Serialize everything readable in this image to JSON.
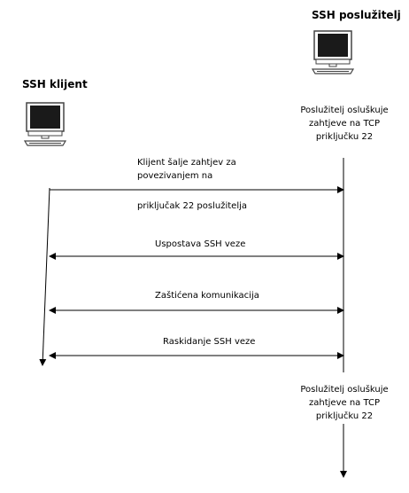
{
  "client": {
    "title": "SSH klijent"
  },
  "server": {
    "title": "SSH poslužitelj",
    "note_top": [
      "Poslužitelj osluškuje",
      "zahtjeve na TCP",
      "priključku 22"
    ],
    "note_bottom": [
      "Poslužitelj osluškuje",
      "zahtjeve na TCP",
      "priključku 22"
    ]
  },
  "messages": {
    "request": [
      "Klijent šalje zahtjev za",
      "povezivanjem na",
      "priključak 22 poslužitelja"
    ],
    "establish": "Uspostava SSH veze",
    "secure": "Zaštićena komunikacija",
    "terminate": "Raskidanje SSH veze"
  },
  "icons": {
    "client_computer": "computer-icon",
    "server_computer": "computer-icon"
  }
}
